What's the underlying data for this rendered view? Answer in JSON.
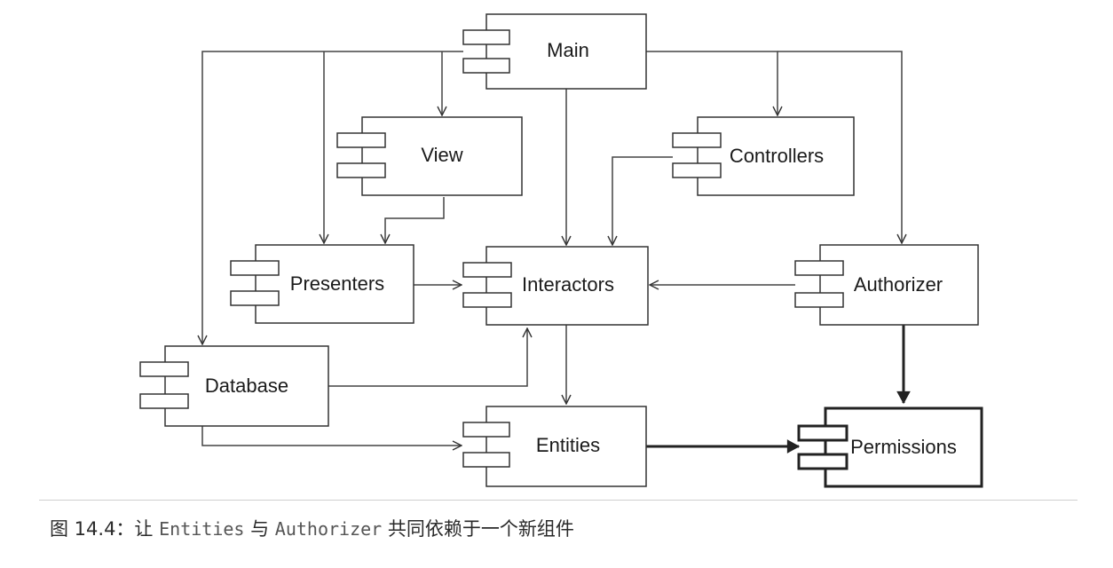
{
  "diagram": {
    "components": {
      "main": "Main",
      "view": "View",
      "controllers": "Controllers",
      "presenters": "Presenters",
      "interactors": "Interactors",
      "authorizer": "Authorizer",
      "database": "Database",
      "entities": "Entities",
      "permissions": "Permissions"
    },
    "dependencies": [
      [
        "Main",
        "View"
      ],
      [
        "Main",
        "Presenters"
      ],
      [
        "Main",
        "Database"
      ],
      [
        "Main",
        "Interactors"
      ],
      [
        "Main",
        "Controllers"
      ],
      [
        "Main",
        "Authorizer"
      ],
      [
        "View",
        "Presenters"
      ],
      [
        "Controllers",
        "Interactors"
      ],
      [
        "Presenters",
        "Interactors"
      ],
      [
        "Authorizer",
        "Interactors"
      ],
      [
        "Database",
        "Interactors"
      ],
      [
        "Database",
        "Entities"
      ],
      [
        "Interactors",
        "Entities"
      ],
      [
        "Authorizer",
        "Permissions"
      ],
      [
        "Entities",
        "Permissions"
      ]
    ]
  },
  "caption": {
    "prefix": "图 14.4：让 ",
    "entities": "Entities",
    "middle": " 与 ",
    "authorizer": "Authorizer",
    "suffix": " 共同依赖于一个新组件"
  }
}
